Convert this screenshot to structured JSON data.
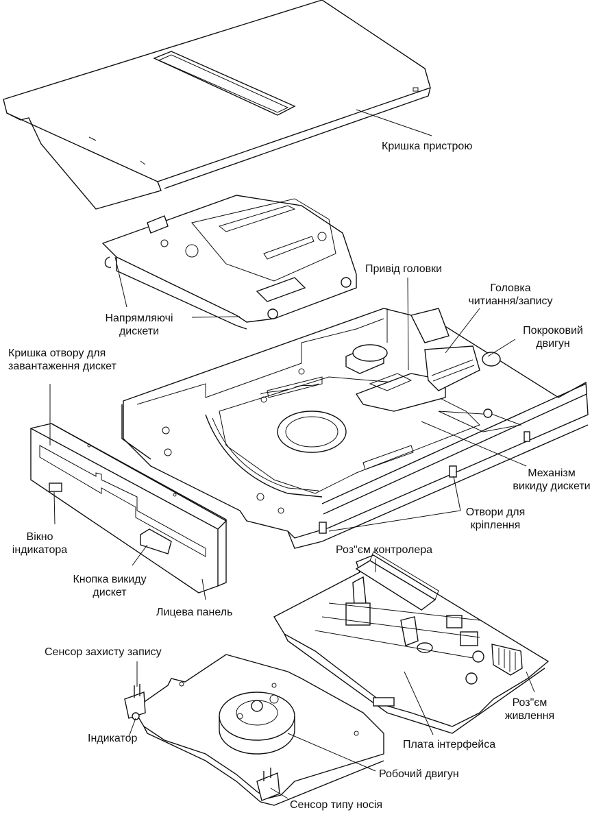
{
  "labels": {
    "device_cover": "Кришка пристрою",
    "head_drive": "Привід головки",
    "rw_head_1": "Головка",
    "rw_head_2": "читиання/запису",
    "stepper_1": "Покроковий",
    "stepper_2": "двигун",
    "guides_1": "Напрямляючі",
    "guides_2": "дискети",
    "slot_cover_1": "Кришка отвору для",
    "slot_cover_2": "завантаження дискет",
    "eject_mech_1": "Механізм",
    "eject_mech_2": "викиду дискети",
    "mount_holes_1": "Отвори для",
    "mount_holes_2": "кріплення",
    "indicator_window_1": "Вікно",
    "indicator_window_2": "індикатора",
    "eject_button_1": "Кнопка викиду",
    "eject_button_2": "дискет",
    "front_panel": "Лицева панель",
    "controller_connector": "Роз\"єм контролера",
    "write_protect_sensor": "Сенсор захисту запису",
    "indicator": "Індикатор",
    "interface_board": "Плата інтерфейса",
    "power_connector_1": "Роз\"єм",
    "power_connector_2": "живлення",
    "spindle_motor": "Робочий двигун",
    "media_type_sensor": "Сенсор типу носія"
  }
}
